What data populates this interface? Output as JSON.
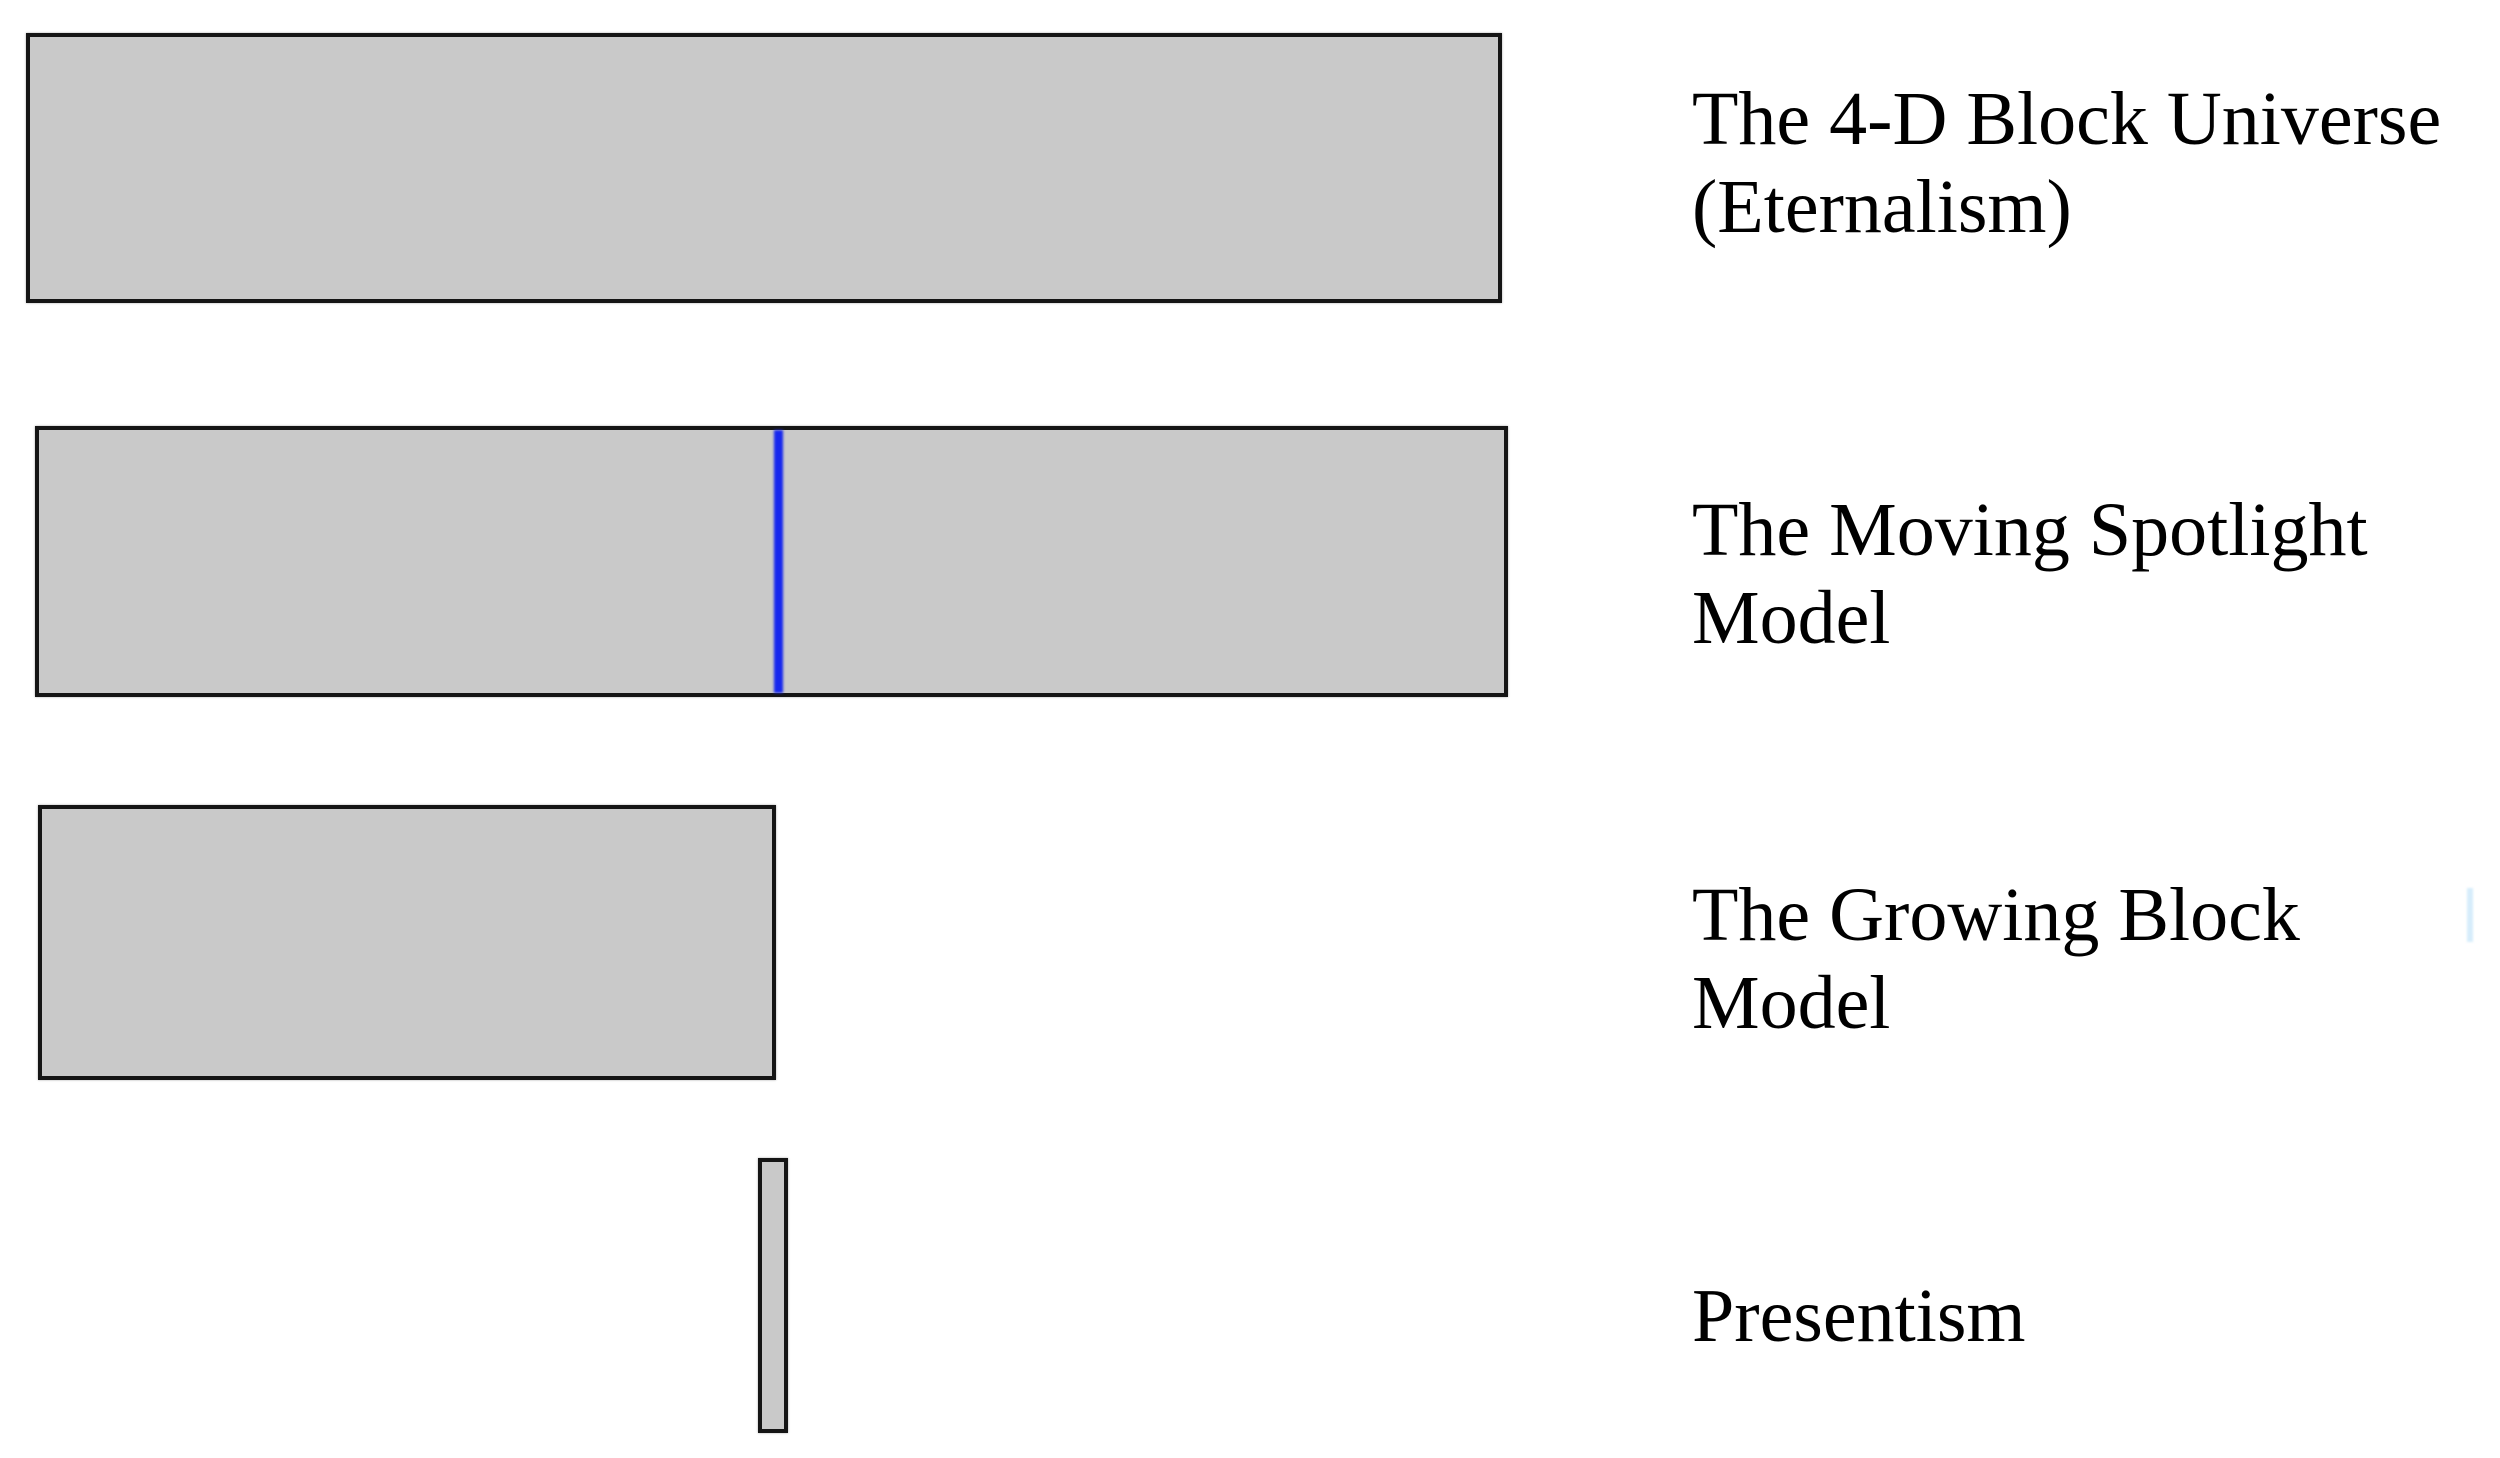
{
  "colors": {
    "background": "#ffffff",
    "bar_fill": "#c9c9c9",
    "bar_border": "#151515",
    "now_line": "#1626ee",
    "text": "#000000",
    "artifact": "#d6edfb"
  },
  "diagram": {
    "rows": [
      {
        "id": "block-universe",
        "label_lines": [
          "The 4-D Block Universe",
          "(Eternalism)"
        ],
        "extent_fraction": 1.0,
        "now_marker": false
      },
      {
        "id": "moving-spotlight",
        "label_lines": [
          "The Moving Spotlight",
          "Model"
        ],
        "extent_fraction": 1.0,
        "now_marker": true,
        "now_position_fraction": 0.5
      },
      {
        "id": "growing-block",
        "label_lines": [
          "The Growing Block",
          "Model"
        ],
        "extent_fraction": 0.5,
        "now_marker": false
      },
      {
        "id": "presentism",
        "label_lines": [
          "Presentism"
        ],
        "extent_fraction": 0.02,
        "now_marker": false
      }
    ]
  }
}
